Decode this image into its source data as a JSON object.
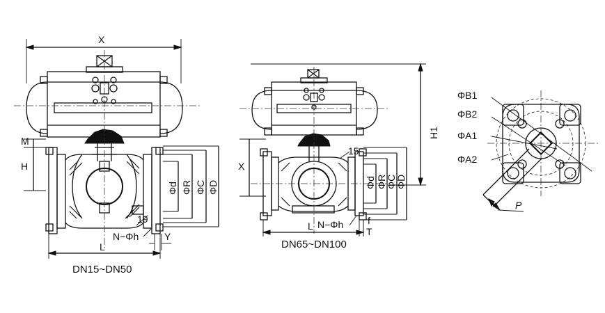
{
  "drawing1": {
    "caption": "DN15~DN50",
    "labels": {
      "x": "X",
      "m": "M",
      "h": "H",
      "l": "L",
      "y": "Y",
      "n_phi_h": "N−Φh",
      "dim19": "19",
      "phi_d": "Φd",
      "phi_r": "ΦR",
      "phi_c": "ΦC",
      "phi_d_upper": "ΦD"
    }
  },
  "drawing2": {
    "caption": "DN65~DN100",
    "labels": {
      "x": "X",
      "h1": "H1",
      "l": "L",
      "dim15": "15",
      "n_phi_h": "N−Φh",
      "f": "f",
      "t": "T",
      "phi_d": "Φd",
      "phi_r": "ΦR",
      "phi_c": "ΦC",
      "phi_d_upper": "ΦD"
    }
  },
  "flange_view": {
    "labels": {
      "b1": "ΦB1",
      "b2": "ΦB2",
      "a1": "ΦA1",
      "a2": "ΦA2",
      "p": "P"
    }
  }
}
